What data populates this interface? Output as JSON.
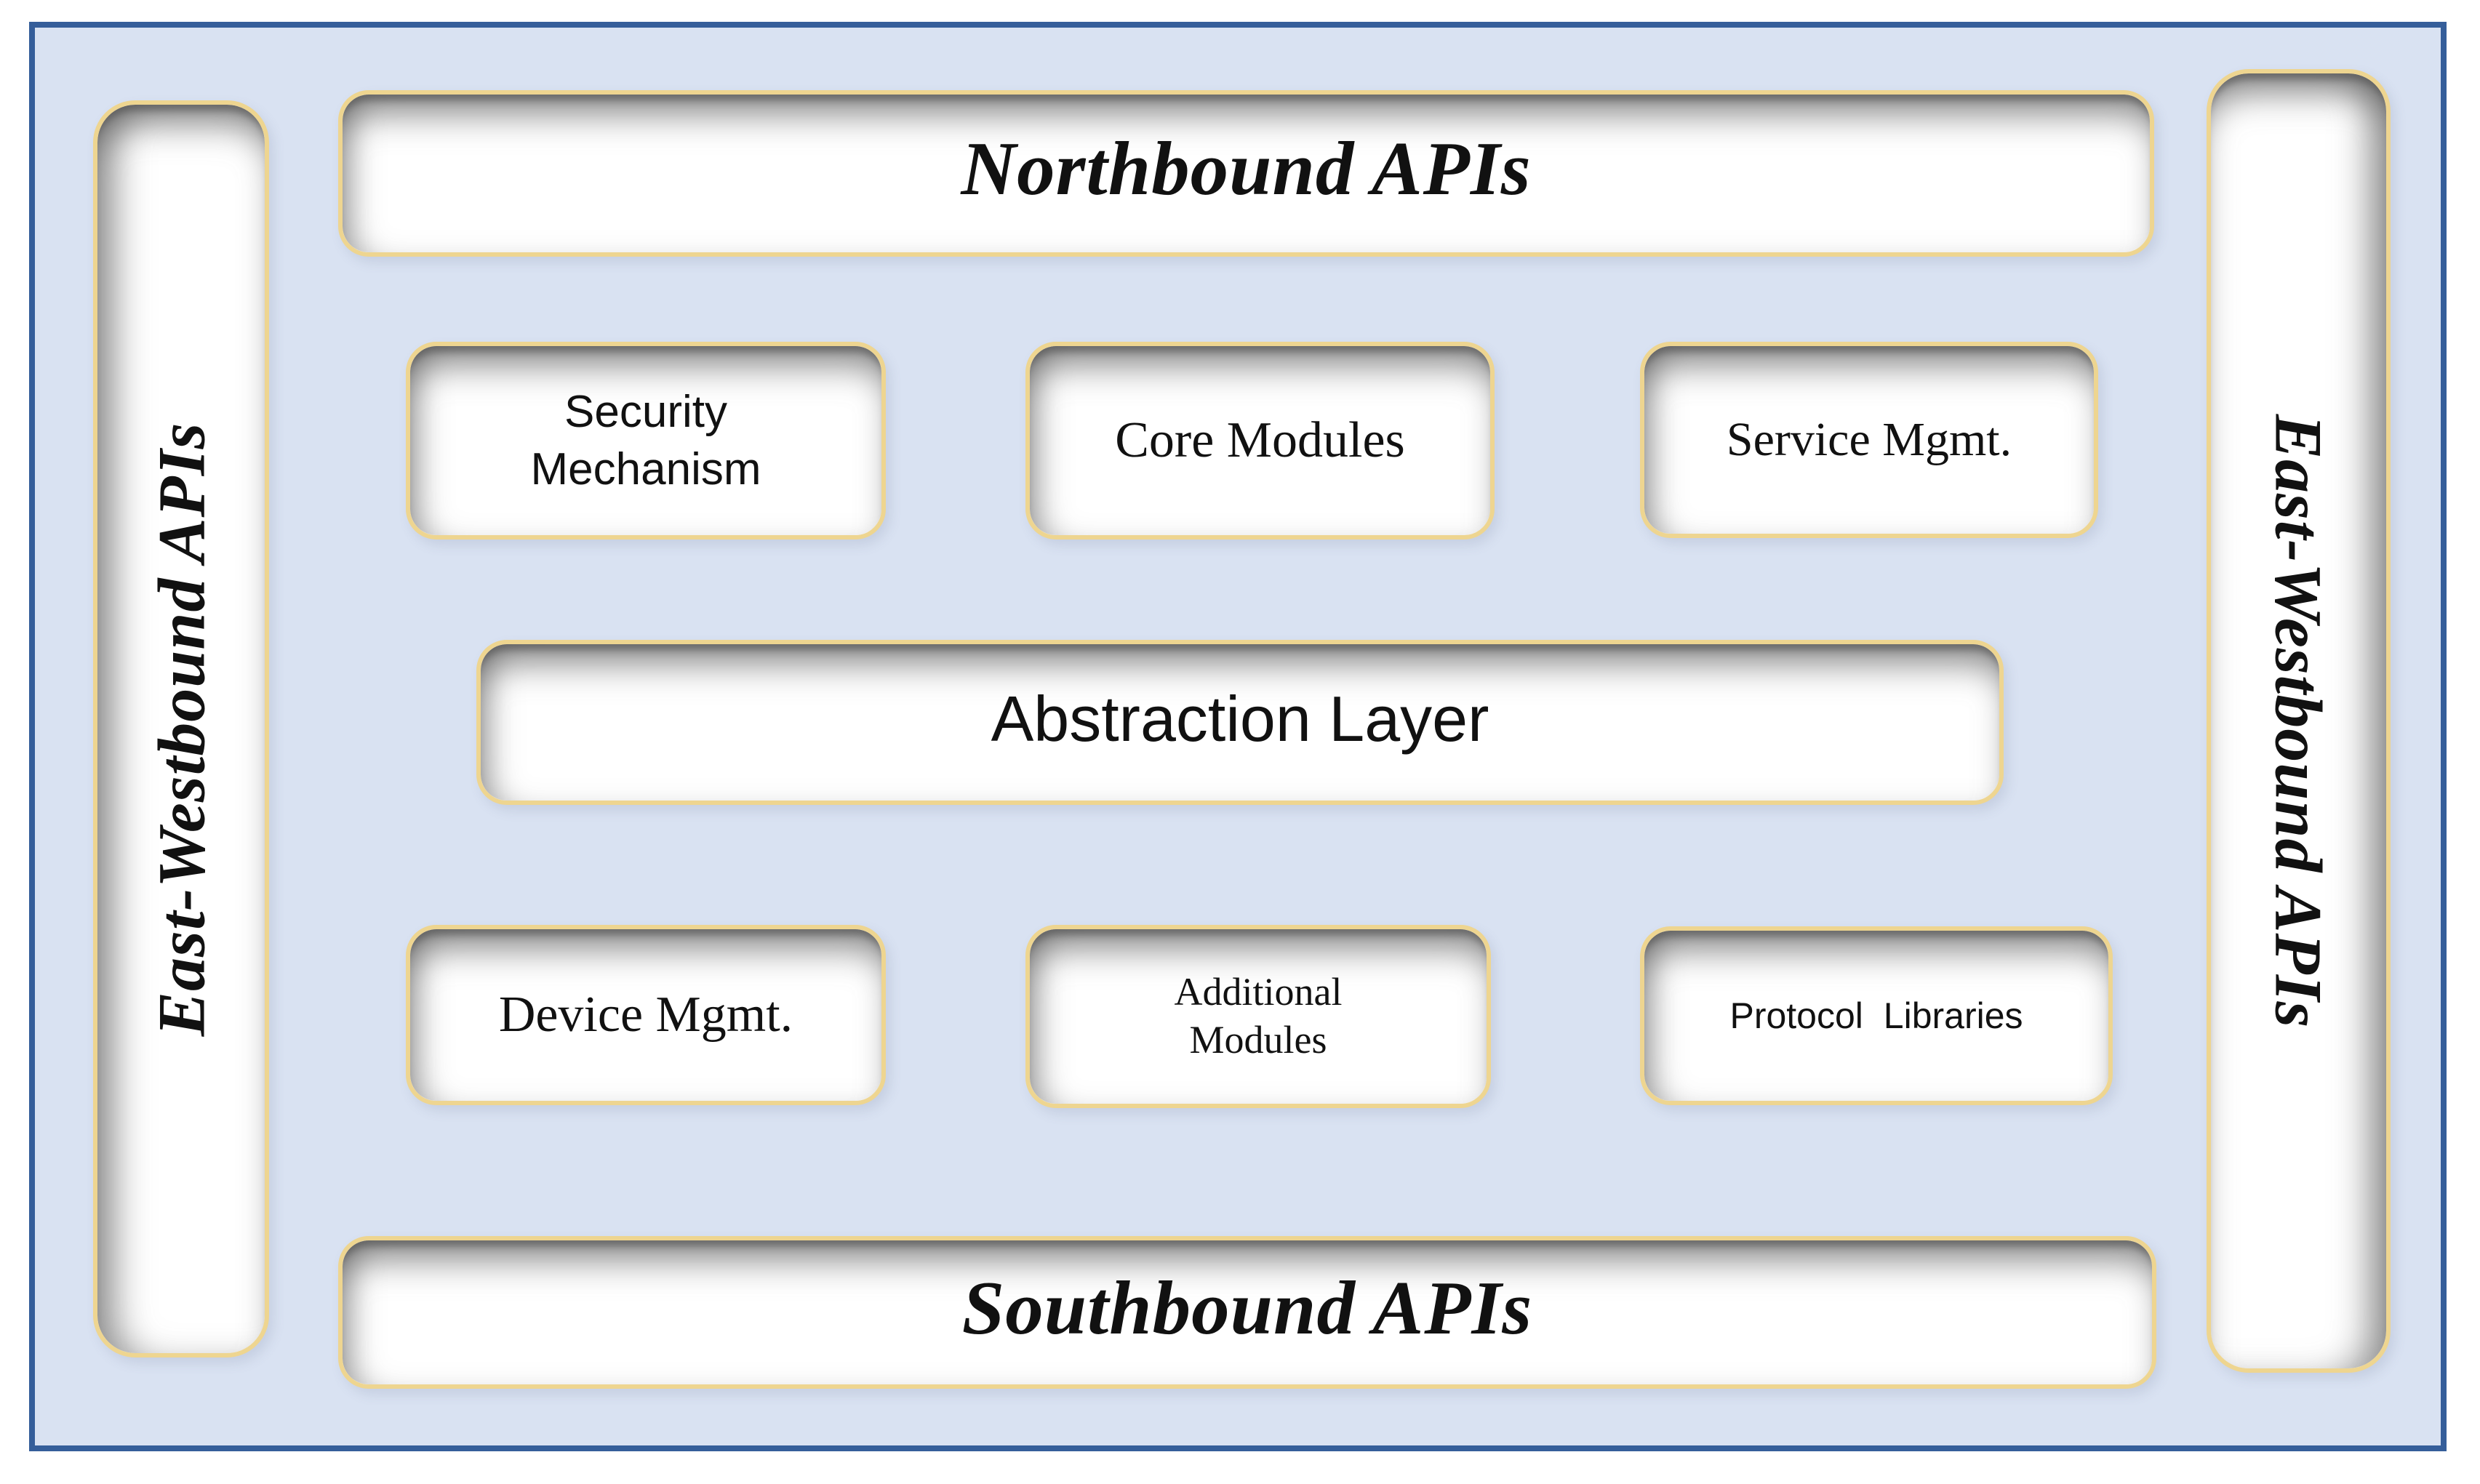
{
  "diagram": {
    "northbound": {
      "label": "Northbound APIs"
    },
    "southbound": {
      "label": "Southbound APIs"
    },
    "east_west_left": {
      "label": "East-Westbound APIs"
    },
    "east_west_right": {
      "label": "East-Westbound APIs"
    },
    "abstraction": {
      "label": "Abstraction Layer"
    },
    "top_modules": [
      {
        "label": "Security Mechanism"
      },
      {
        "label": "Core Modules"
      },
      {
        "label": "Service Mgmt."
      }
    ],
    "bottom_modules": [
      {
        "label": "Device Mgmt."
      },
      {
        "label": "Additional Modules"
      },
      {
        "label": "Protocol Libraries"
      }
    ],
    "colors": {
      "canvas_background": "#ffffff",
      "panel_background": "#d9e2f2",
      "panel_border": "#355e9a",
      "box_border_gold": "#eed590",
      "box_fill": "#ffffff",
      "inner_shadow": "#5f5f5f",
      "text": "#111111"
    }
  }
}
